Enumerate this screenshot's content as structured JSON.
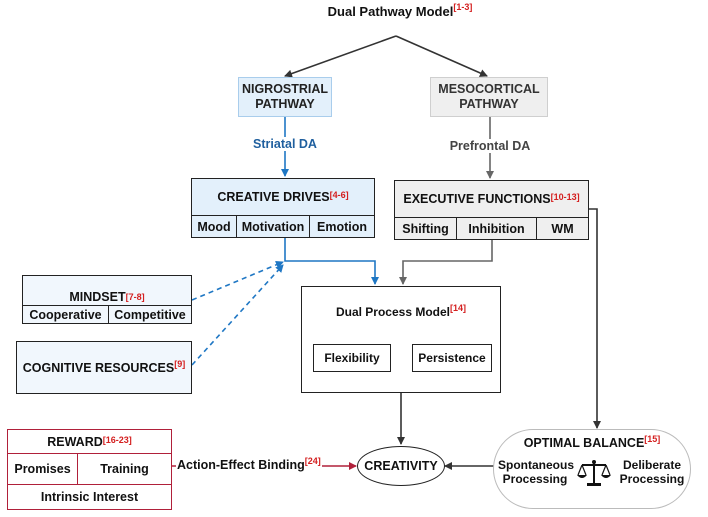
{
  "title": {
    "text": "Dual Pathway Model",
    "ref": "[1-3]"
  },
  "nigrostrial": {
    "line1": "NIGROSTRIAL",
    "line2": "PATHWAY",
    "edge_label": "Striatal DA"
  },
  "mesocortical": {
    "line1": "MESOCORTICAL",
    "line2": "PATHWAY",
    "edge_label": "Prefrontal DA"
  },
  "creative_drives": {
    "title": "CREATIVE DRIVES",
    "ref": "[4-6]",
    "items": [
      "Mood",
      "Motivation",
      "Emotion"
    ]
  },
  "executive_functions": {
    "title": "EXECUTIVE FUNCTIONS",
    "ref": "[10-13]",
    "items": [
      "Shifting",
      "Inhibition",
      "WM"
    ]
  },
  "mindset": {
    "title": "MINDSET",
    "ref": "[7-8]",
    "items": [
      "Cooperative",
      "Competitive"
    ]
  },
  "cognitive_resources": {
    "title": "COGNITIVE RESOURCES",
    "ref": "[9]"
  },
  "dual_process": {
    "title": "Dual Process Model",
    "ref": "[14]",
    "left": "Flexibility",
    "right": "Persistence"
  },
  "reward": {
    "title": "REWARD",
    "ref": "[16-23]",
    "items": [
      "Promises",
      "Training"
    ],
    "bottom": "Intrinsic Interest"
  },
  "action_effect": {
    "text": "Action-Effect Binding",
    "ref": "[24]"
  },
  "creativity": {
    "text": "CREATIVITY"
  },
  "optimal_balance": {
    "title": "OPTIMAL BALANCE",
    "ref": "[15]",
    "left_line1": "Spontaneous",
    "left_line2": "Processing",
    "right_line1": "Deliberate",
    "right_line2": "Processing",
    "icon": "scales-icon"
  },
  "colors": {
    "blue": "#1f77c4",
    "blue_fill": "#e3f0fb",
    "grey_fill": "#efefef",
    "red": "#b0203a",
    "ref_red": "#d42020"
  }
}
